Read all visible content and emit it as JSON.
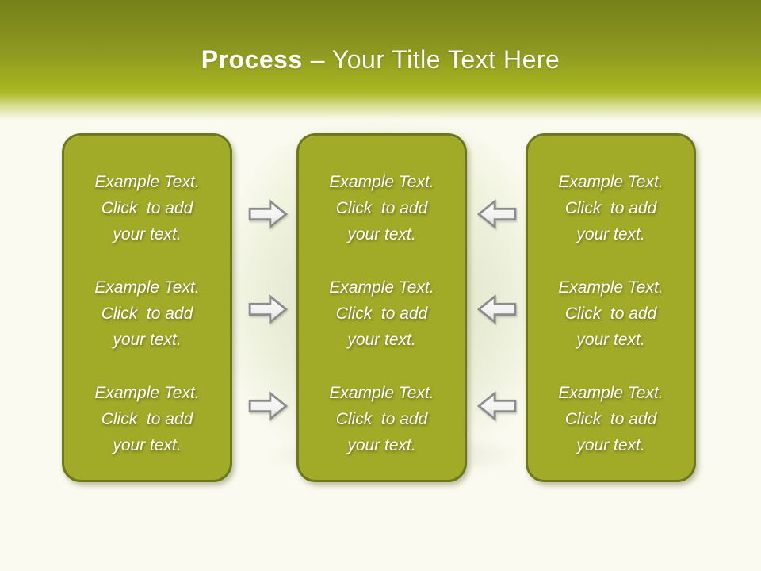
{
  "title": {
    "lead": "Process",
    "rest": "– Your Title Text Here"
  },
  "columns": [
    {
      "name": "left",
      "blocks": [
        "Example Text.\nClick  to add\nyour text.",
        "Example Text.\nClick  to add\nyour text.",
        "Example Text.\nClick  to add\nyour text."
      ]
    },
    {
      "name": "middle",
      "blocks": [
        "Example Text.\nClick  to add\nyour text.",
        "Example Text.\nClick  to add\nyour text.",
        "Example Text.\nClick  to add\nyour text."
      ]
    },
    {
      "name": "right",
      "blocks": [
        "Example Text.\nClick  to add\nyour text.",
        "Example Text.\nClick  to add\nyour text.",
        "Example Text.\nClick  to add\nyour text."
      ]
    }
  ],
  "arrows": [
    {
      "gap": "left",
      "direction": "right"
    },
    {
      "gap": "left",
      "direction": "right"
    },
    {
      "gap": "left",
      "direction": "right"
    },
    {
      "gap": "right",
      "direction": "left"
    },
    {
      "gap": "right",
      "direction": "left"
    },
    {
      "gap": "right",
      "direction": "left"
    }
  ],
  "colors": {
    "header_top": "#76801b",
    "header_mid": "#abb823",
    "background": "#fbfaf0",
    "column_fill": "#a2ab28",
    "column_border": "#6d771c",
    "text_color": "#ffffff",
    "title_color": "#ffffff",
    "arrow_fill": "#f7f7f5",
    "arrow_fill_dark": "#d9d9d6",
    "arrow_border": "#8c8c8c"
  }
}
